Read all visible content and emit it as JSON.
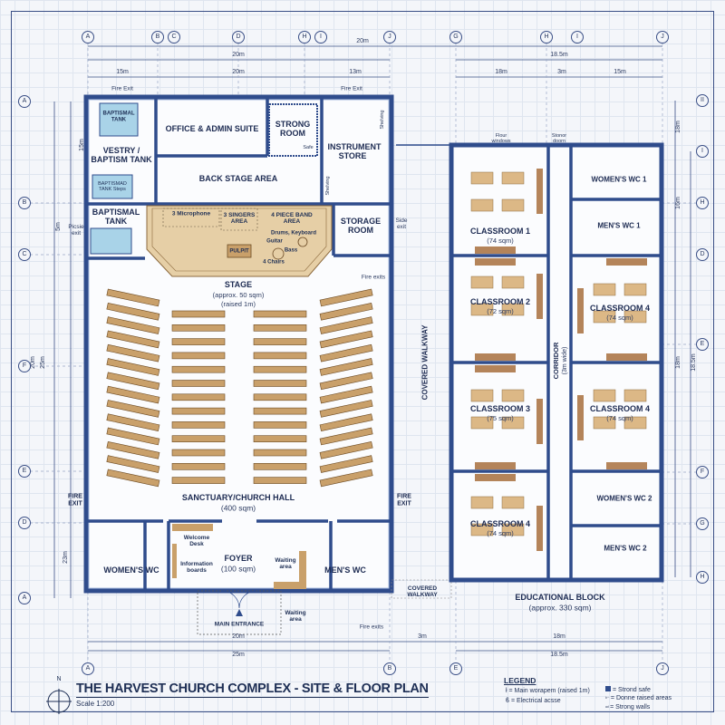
{
  "title": "THE HARVEST CHURCH COMPLEX - SITE & FLOOR PLAN",
  "scale": "Scale 1:200",
  "north": "N",
  "grid": {
    "top": [
      "A",
      "B",
      "C",
      "D",
      "H",
      "I",
      "J",
      "G",
      "H",
      "I",
      "J"
    ],
    "bottom": [
      "A",
      "B",
      "E",
      "J"
    ],
    "left": [
      "A",
      "B",
      "C",
      "F",
      "E",
      "D",
      "A"
    ],
    "right": [
      "II",
      "I",
      "H",
      "D",
      "E",
      "F",
      "G",
      "H"
    ]
  },
  "dims": {
    "top_overall": "20m",
    "top_church": "20m",
    "top_edu": "18.5m",
    "top_segments": [
      "15m",
      "20m",
      "13m",
      "18m",
      "3m",
      "15m"
    ],
    "bottom_row1": [
      "20m",
      "3m",
      "18m"
    ],
    "bottom_row2": [
      "25m",
      "18.5m"
    ],
    "left": [
      "15m",
      "5m",
      "20m",
      "25m",
      "23m"
    ],
    "right": [
      "18m",
      "16m",
      "18m",
      "18.5m"
    ]
  },
  "church": {
    "fire_exit_top": "Fire Exit",
    "baptismal_tank_top": "BAPTISMAL TANK",
    "vestry": "VESTRY / BAPTISM TANK",
    "baptismad_tank_steps": "BAPTISMAD TANK Steps",
    "office": "OFFICE & ADMIN SUITE",
    "strong_room": "STRONG ROOM",
    "safe": "Safe",
    "shelving": "Shelving",
    "instrument_store": "INSTRUMENT STORE",
    "back_stage": "BACK STAGE AREA",
    "baptismal_tank": "BAPTISMAL TANK",
    "picsie_exit": "Picsie exit",
    "microphone": "3 Microphone",
    "singers": "3 SINGERS AREA",
    "band": "4 PIECE BAND AREA",
    "drums_keyboard": "Drums,  Keyboard",
    "guitar": "Guitar",
    "bass": "Bass",
    "pulpit": "PULPIT",
    "chairs": "4 Chairs",
    "storage": "STORAGE ROOM",
    "side_exit": "Side exit",
    "fire_exits": "Fire exits",
    "stage": "STAGE",
    "stage_area": "(approx. 50 sqm)",
    "stage_raised": "(raised 1m)",
    "sanctuary": "SANCTUARY/CHURCH HALL",
    "sanctuary_area": "(400 sqm)",
    "fire_exit_side": "FIRE EXIT",
    "womens_wc": "WOMEN'S WC",
    "mens_wc": "MEN'S WC",
    "welcome_desk": "Welcome Desk",
    "info_boards": "Information boards",
    "foyer": "FOYER",
    "foyer_area": "(100 sqm)",
    "waiting_area": "Waiting area",
    "main_entrance": "MAIN ENTRANCE"
  },
  "site": {
    "covered_walkway": "COVERED WALKWAY",
    "fire_exits": "Fire exits"
  },
  "education": {
    "flour_windows": "Flour windows",
    "stonor_door": "Stonor doorn",
    "classrooms": [
      {
        "name": "CLASSROOM 1",
        "area": "(74 sqm)"
      },
      {
        "name": "CLASSROOM 2",
        "area": "(72 sqm)"
      },
      {
        "name": "CLASSROOM 3",
        "area": "(75 sqm)"
      },
      {
        "name": "CLASSROOM 4",
        "area": "(74 sqm)"
      },
      {
        "name": "CLASSROOM 4",
        "area": "(74 sqm)"
      },
      {
        "name": "CLASSROOM 4",
        "area": "(74 sqm)"
      }
    ],
    "corridor": "CORRIDOR",
    "corridor_width": "(3m wide)",
    "womens_wc1": "WOMEN'S WC 1",
    "mens_wc1": "MEN'S WC 1",
    "womens_wc2": "WOMEN'S WC 2",
    "mens_wc2": "MEN'S WC 2",
    "block": "EDUCATIONAL BLOCK",
    "block_area": "(approx. 330 sqm)"
  },
  "legend": {
    "title": "LEGEND",
    "items": [
      "= Main worapem (raised 1m)",
      "= Electrical acsse",
      "= Strond safe",
      "= Donne raised areas",
      "= Strong walls"
    ]
  },
  "colors": {
    "wall": "#2f4c8c",
    "wood": "#c9a06a",
    "stage": "#e6cfa6",
    "water": "#a9d3e8",
    "line": "#3a4f86"
  }
}
